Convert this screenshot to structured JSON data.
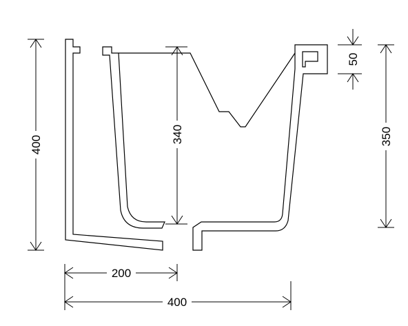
{
  "dimensions": {
    "overall_height": "400",
    "inner_depth": "340",
    "outer_height": "350",
    "top_lip": "50",
    "inner_width": "200",
    "overall_width": "400"
  }
}
